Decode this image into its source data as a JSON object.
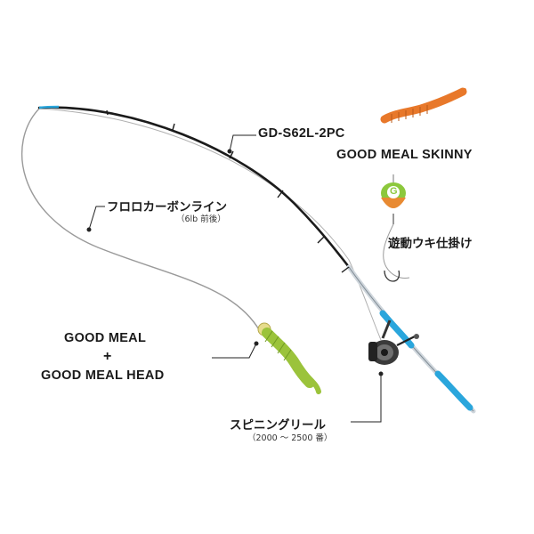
{
  "labels": {
    "rod_model": "GD-S62L-2PC",
    "skinny_lure": "GOOD MEAL SKINNY",
    "float_rig": "遊動ウキ仕掛け",
    "line_name": "フロロカーボンライン",
    "line_spec": "（6lb 前後）",
    "lure_name": "GOOD MEAL",
    "plus_sign": "+",
    "lure_head": "GOOD MEAL HEAD",
    "reel_name": "スピニングリール",
    "reel_spec": "（2000 〜 2500 番）",
    "float_letter": "G"
  },
  "colors": {
    "rod_blank": "#1b1b1b",
    "rod_grip_accent": "#2aa6dc",
    "rod_handle": "#d8dde2",
    "line": "#9a9a9a",
    "skinny_worm": "#e8782a",
    "float_green": "#8cc83c",
    "float_orange": "#e88a32",
    "lure_green": "#9bc33b",
    "jighead": "#e6dc8c",
    "leader": "#222222"
  }
}
